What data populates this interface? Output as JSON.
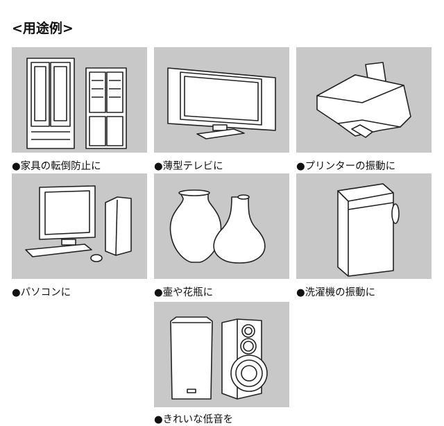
{
  "title": "<用途例>",
  "items": [
    {
      "label": "●家具の転倒防止に",
      "icon": "furniture-icon"
    },
    {
      "label": "●薄型テレビに",
      "icon": "flat-tv-icon"
    },
    {
      "label": "●プリンターの振動に",
      "icon": "printer-icon"
    },
    {
      "label": "●パソコンに",
      "icon": "computer-icon"
    },
    {
      "label": "●壷や花瓶に",
      "icon": "vase-icon"
    },
    {
      "label": "●洗濯機の振動に",
      "icon": "washing-machine-icon"
    },
    {
      "label": "●きれいな低音を",
      "icon": "speaker-icon"
    }
  ],
  "colors": {
    "panel": "#c8c8c8",
    "text": "#111111"
  }
}
